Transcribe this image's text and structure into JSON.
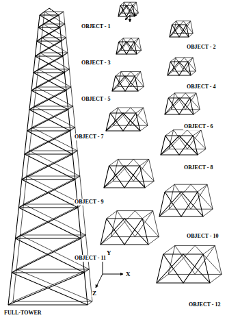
{
  "diagram": {
    "labels": [
      "OBJECT - 1",
      "OBJECT - 2",
      "OBJECT - 3",
      "OBJECT - 4",
      "OBJECT - 5",
      "OBJECT - 6",
      "OBJECT - 7",
      "OBJECT - 8",
      "OBJECT - 9",
      "OBJECT - 10",
      "OBJECT - 11",
      "OBJECT - 12",
      "FULL-TOWER",
      "Y",
      "X",
      "Z"
    ]
  }
}
